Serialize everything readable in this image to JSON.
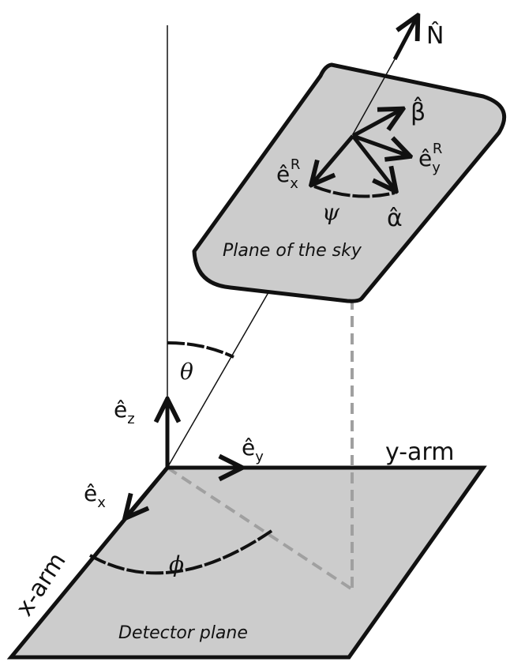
{
  "colors": {
    "plane_fill": "#cccccc",
    "ink": "#111111",
    "dashed_projection": "#a0a0a0"
  },
  "labels": {
    "n_hat": "N̂",
    "beta_hat": "β̂",
    "alpha_hat": "α̂",
    "exR_base": "ê",
    "exR_sub": "x",
    "exR_sup": "R",
    "eyR_base": "ê",
    "eyR_sub": "y",
    "eyR_sup": "R",
    "psi": "ψ",
    "theta": "θ",
    "phi": "ϕ",
    "ez_base": "ê",
    "ez_sub": "z",
    "ey_base": "ê",
    "ey_sub": "y",
    "ex_base": "ê",
    "ex_sub": "x",
    "y_arm": "y-arm",
    "x_arm": "x-arm",
    "sky_plane": "Plane of the sky",
    "detector_plane": "Detector plane"
  }
}
